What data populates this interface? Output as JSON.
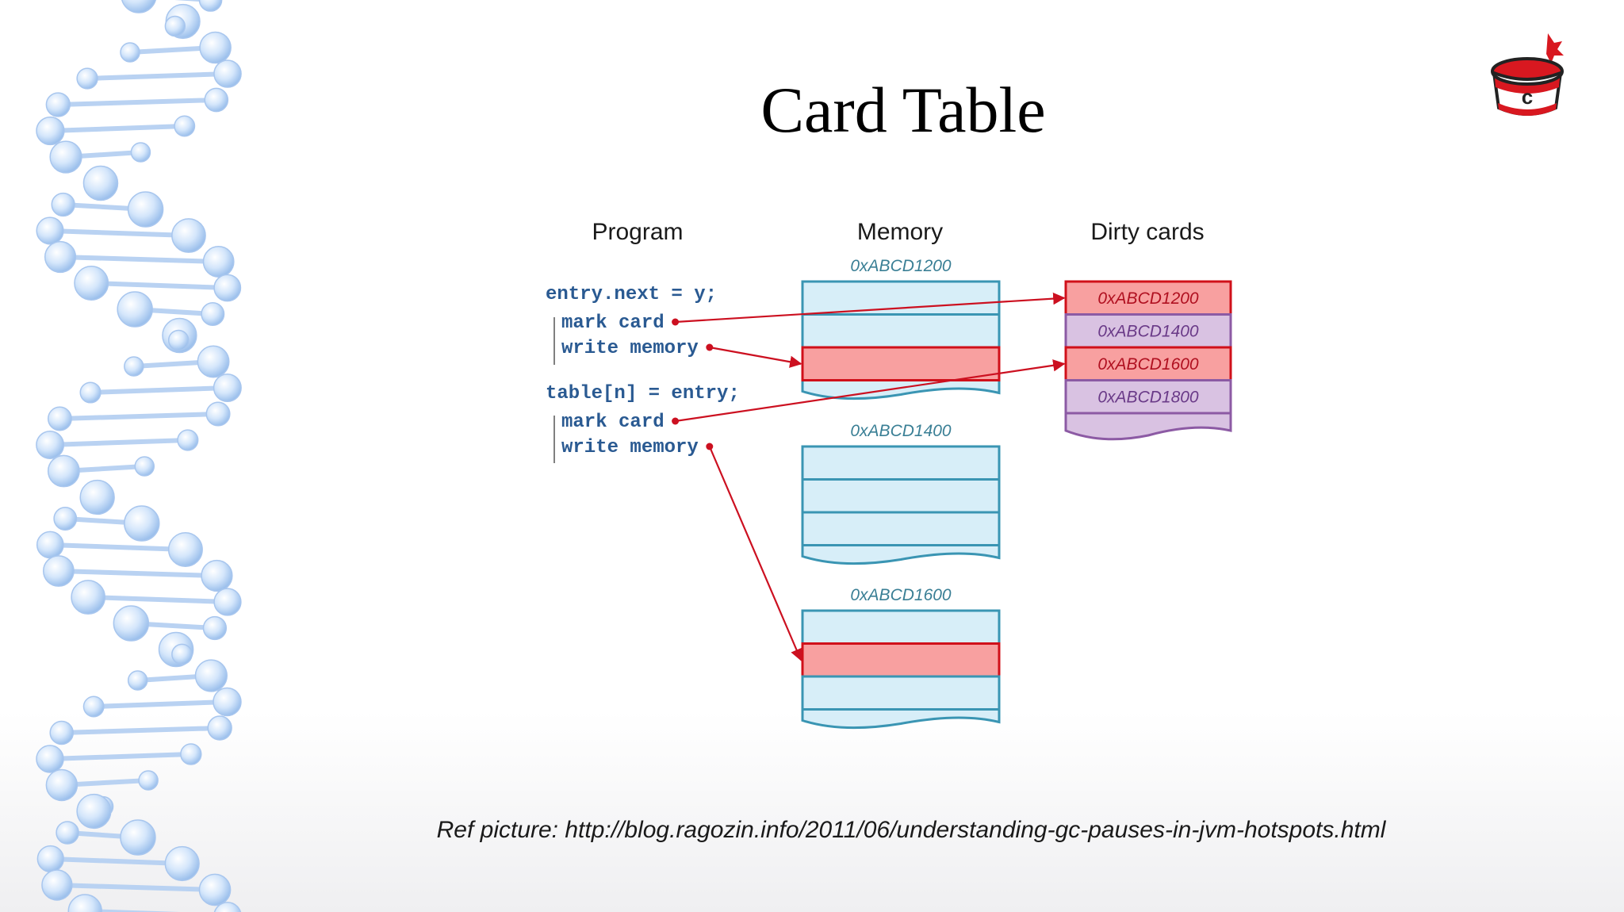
{
  "title": "Card Table",
  "diagram": {
    "headers": {
      "program": "Program",
      "memory": "Memory",
      "dirty_cards": "Dirty cards"
    },
    "program": [
      {
        "text": "entry.next = y;",
        "indent": false
      },
      {
        "text": "mark card",
        "indent": true
      },
      {
        "text": "write memory",
        "indent": true
      },
      {
        "text": "table[n] = entry;",
        "indent": false
      },
      {
        "text": "mark card",
        "indent": true
      },
      {
        "text": "write memory",
        "indent": true
      }
    ],
    "memory_blocks": [
      {
        "label": "0xABCD1200",
        "dirty_row": 2
      },
      {
        "label": "0xABCD1400",
        "dirty_row": -1
      },
      {
        "label": "0xABCD1600",
        "dirty_row": 1
      }
    ],
    "dirty_cards": [
      {
        "label": "0xABCD1200",
        "dirty": true
      },
      {
        "label": "0xABCD1400",
        "dirty": false
      },
      {
        "label": "0xABCD1600",
        "dirty": true
      },
      {
        "label": "0xABCD1800",
        "dirty": false
      }
    ]
  },
  "reference": "Ref picture: http://blog.ragozin.info/2011/06/understanding-gc-pauses-in-jvm-hotspots.html",
  "colors": {
    "memory_fill": "#d7eef8",
    "memory_stroke": "#3a95b3",
    "dirty_fill": "#f8a0a0",
    "dirty_stroke": "#d0101a",
    "clean_card_fill": "#d9c2e2",
    "clean_card_stroke": "#8c5aa4",
    "arrow": "#cc1020",
    "code": "#2a5a92"
  },
  "icons": {
    "logo": "conference-logo-icon",
    "decoration": "dna-helix-decoration"
  }
}
